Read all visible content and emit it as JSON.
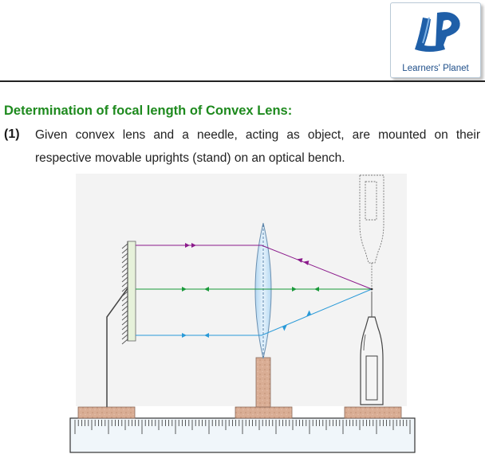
{
  "logo": {
    "brand": "Learners' Planet",
    "mark": "LP"
  },
  "heading": "Determination of focal length of Convex Lens:",
  "item": {
    "number": "(1)",
    "line1": "Given convex lens and a needle, acting as object, are mounted on their",
    "line2": "respective movable uprights (stand) on an optical bench."
  },
  "colors": {
    "heading": "#1e8a1e",
    "ray_top": "#8b1a8b",
    "ray_middle": "#1a9a3a",
    "ray_bottom": "#2a9ad8",
    "lens": "#cde6f7",
    "stand": "#d9ad94"
  }
}
